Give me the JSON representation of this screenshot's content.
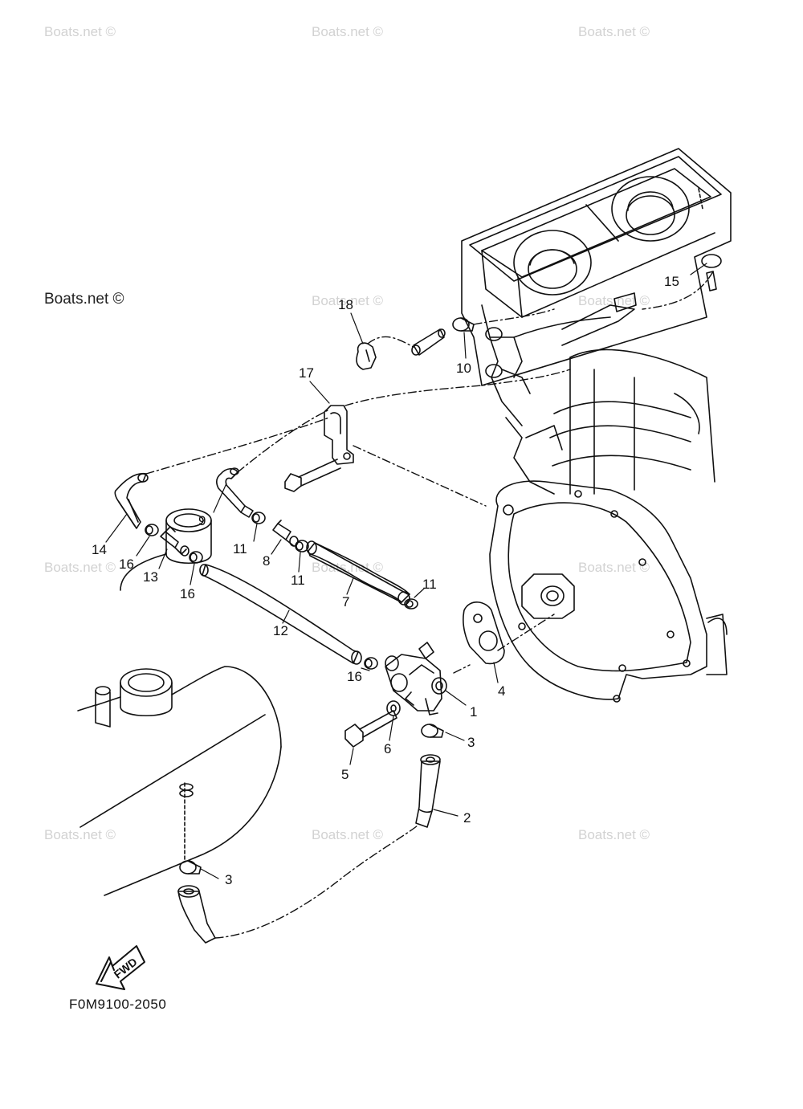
{
  "watermark": "Boats.net ©",
  "diagram_code": "F0M9100-2050",
  "fwd_label": "FWD",
  "callouts": [
    "1",
    "2",
    "3",
    "3",
    "4",
    "5",
    "6",
    "7",
    "8",
    "9",
    "10",
    "11",
    "11",
    "11",
    "12",
    "13",
    "14",
    "15",
    "16",
    "16",
    "16",
    "17",
    "18"
  ]
}
